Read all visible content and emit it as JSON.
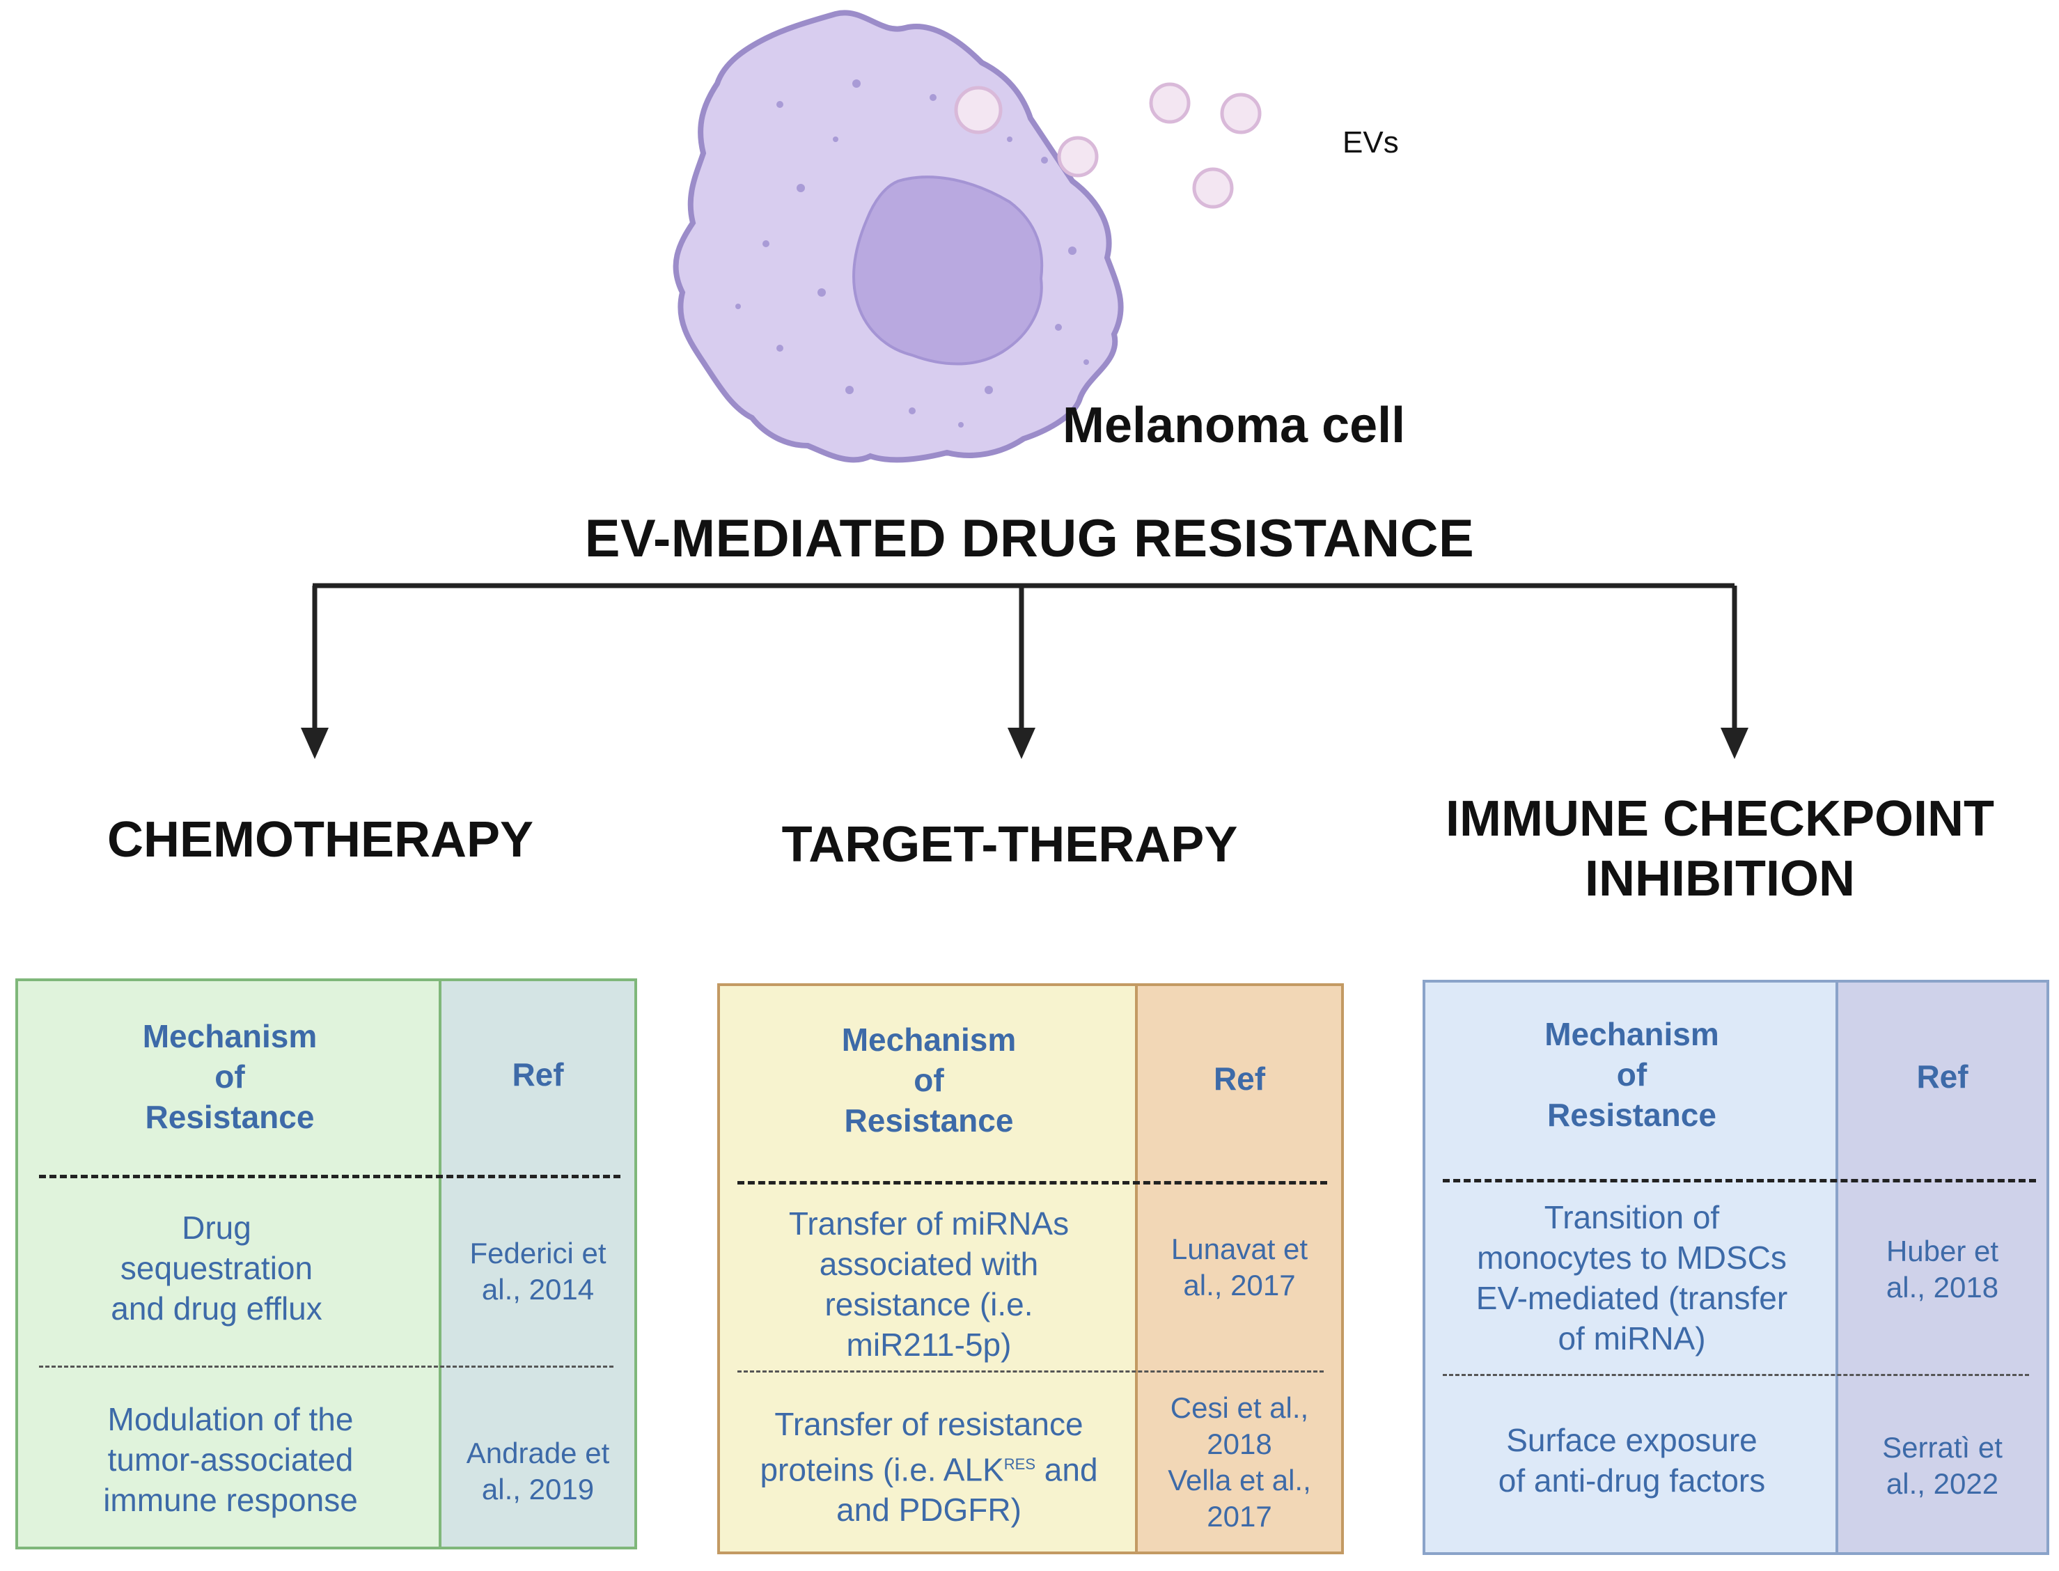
{
  "header": {
    "ev_label": "EVs",
    "cell_label": "Melanoma cell",
    "main_title": "EV-MEDIATED DRUG RESISTANCE"
  },
  "branches": [
    {
      "title_lines": [
        "CHEMOTHERAPY"
      ],
      "mechanism_header": [
        "Mechanism",
        "of",
        "Resistance"
      ],
      "ref_header": "Ref",
      "rows": [
        {
          "mechanism": [
            "Drug",
            "sequestration",
            "and drug efflux"
          ],
          "ref": [
            "Federici et",
            "al., 2014"
          ]
        },
        {
          "mechanism": [
            "Modulation of the",
            "tumor-associated",
            "immune response"
          ],
          "ref": [
            "Andrade et",
            "al., 2019"
          ]
        }
      ]
    },
    {
      "title_lines": [
        "TARGET-THERAPY"
      ],
      "mechanism_header": [
        "Mechanism",
        "of",
        "Resistance"
      ],
      "ref_header": "Ref",
      "rows": [
        {
          "mechanism": [
            "Transfer of miRNAs",
            "associated with",
            "resistance (i.e.",
            "miR211-5p)"
          ],
          "ref": [
            "Lunavat et",
            "al., 2017"
          ]
        },
        {
          "mechanism": [
            "Transfer of resistance",
            "proteins (i.e. ALK",
            "RES",
            " and",
            "and PDGFR)"
          ],
          "ref": [
            "Cesi et al.,",
            "2018",
            "Vella et al.,",
            "2017"
          ]
        }
      ]
    },
    {
      "title_lines": [
        "IMMUNE CHECKPOINT",
        "INHIBITION"
      ],
      "mechanism_header": [
        "Mechanism",
        "of",
        "Resistance"
      ],
      "ref_header": "Ref",
      "rows": [
        {
          "mechanism": [
            "Transition of",
            "monocytes to MDSCs",
            "EV-mediated (transfer",
            "of miRNA)"
          ],
          "ref": [
            "Huber et",
            "al., 2018"
          ]
        },
        {
          "mechanism": [
            "Surface exposure",
            "of anti-drug factors"
          ],
          "ref": [
            "Serratì et",
            "al., 2022"
          ]
        }
      ]
    }
  ],
  "colors": {
    "chemo_left": "#e0f3dc",
    "chemo_right": "#d4e4e4",
    "chemo_border": "#7fb77a",
    "target_left": "#f7f3cf",
    "target_right": "#f2d7b6",
    "target_border": "#c39a63",
    "immune_left": "#dde9f8",
    "immune_right": "#cfd2ea",
    "immune_border": "#8aa3c9",
    "text_blue": "#3d6aa8",
    "cell_body": "#d8cdef",
    "cell_border": "#9b8cc9",
    "nucleus": "#b9a9e0"
  }
}
